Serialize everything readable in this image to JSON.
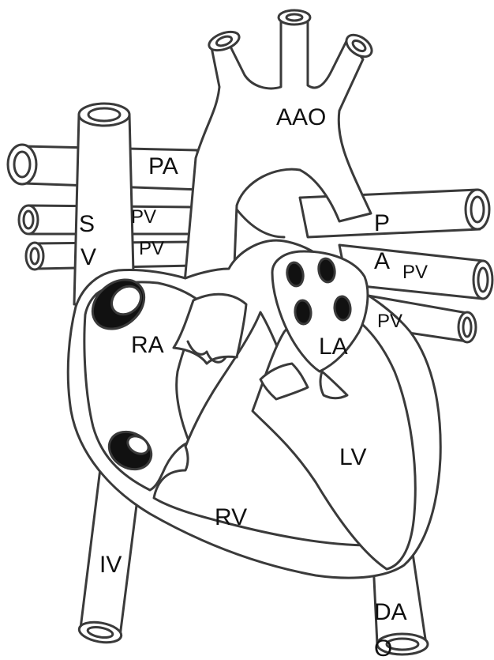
{
  "labels": {
    "aao": "AAO",
    "pa_left": "PA",
    "pv_left_top": "PV",
    "pv_left_bottom": "PV",
    "svc_s": "S",
    "svc_v": "V",
    "pa_right_p": "P",
    "pa_right_a": "A",
    "pv_right_top": "PV",
    "pv_right_bottom": "PV",
    "ra": "RA",
    "la": "LA",
    "lv": "LV",
    "rv": "RV",
    "iv": "IV",
    "dao_da": "DA",
    "dao_o": "O"
  },
  "colors": {
    "outline": "#3a3a3a",
    "fill": "#ffffff",
    "opening": "#111111"
  }
}
